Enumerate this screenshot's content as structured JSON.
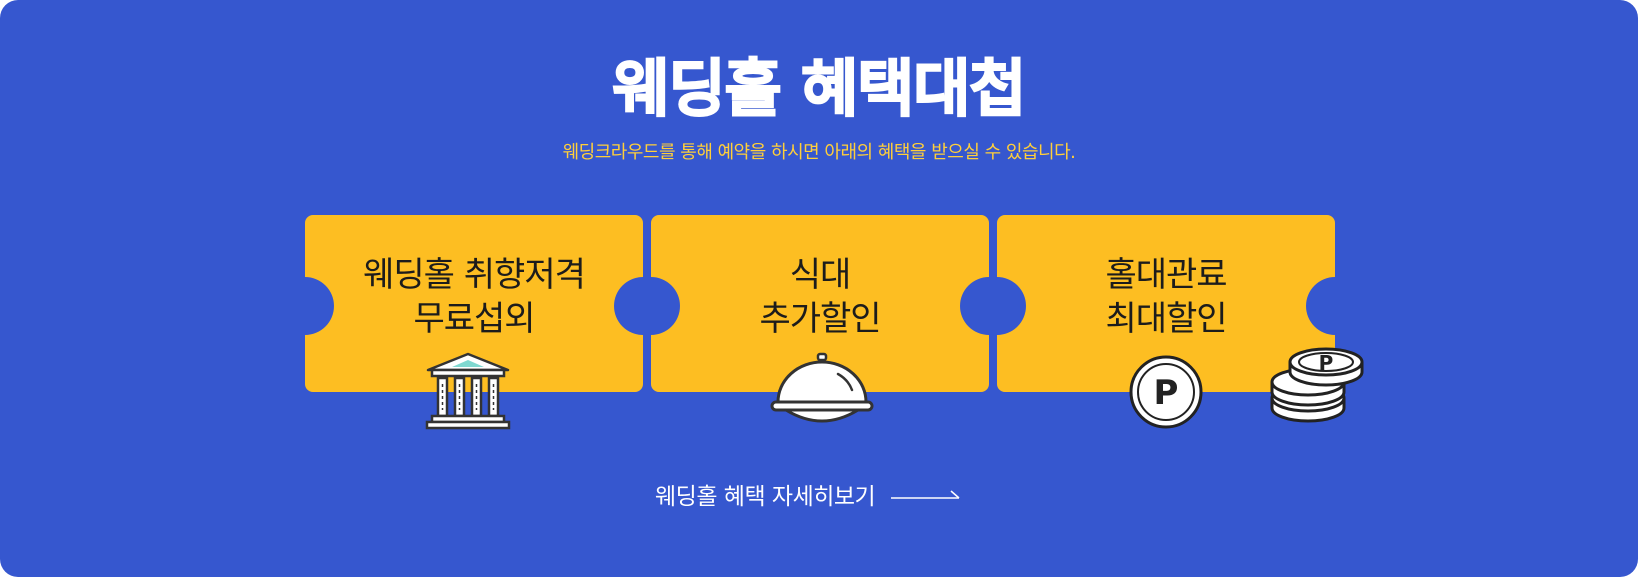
{
  "banner": {
    "title": "웨딩홀 혜택대첩",
    "subtitle": "웨딩크라우드를 통해 예약을 하시면 아래의 혜택을 받으실 수 있습니다.",
    "link_label": "웨딩홀 혜택 자세히보기"
  },
  "colors": {
    "background": "#3657cf",
    "ticket": "#fdbe22",
    "subtitle": "#ffcf3a"
  },
  "tickets": [
    {
      "line1": "웨딩홀 취향저격",
      "line2": "무료섭외",
      "icon": "building-icon"
    },
    {
      "line1": "식대",
      "line2": "추가할인",
      "icon": "cloche-icon"
    },
    {
      "line1": "홀대관료",
      "line2": "최대할인",
      "icon": "coins-icon"
    }
  ],
  "coin_letter": "P"
}
